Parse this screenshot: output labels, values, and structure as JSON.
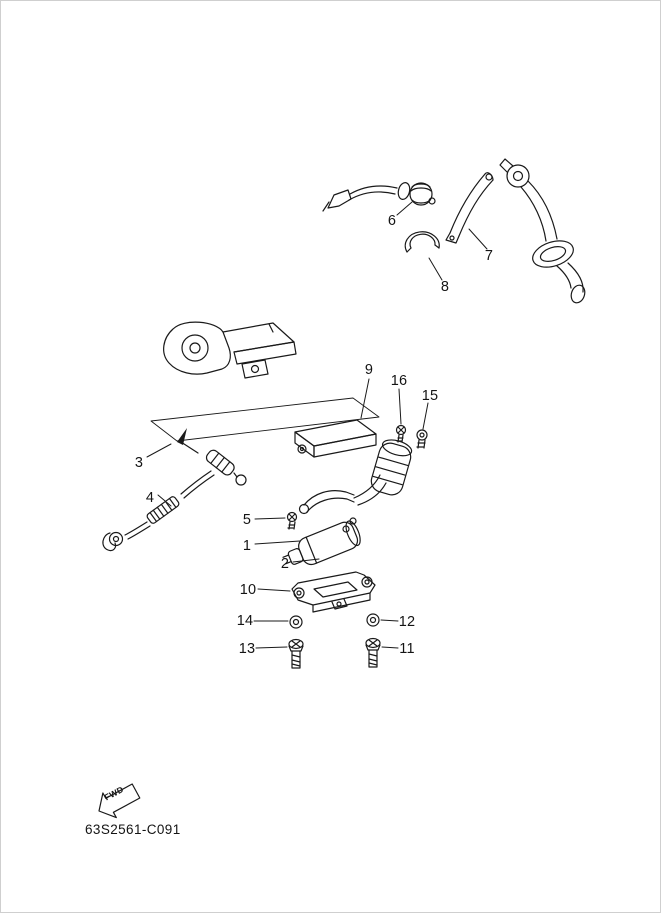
{
  "diagram": {
    "part_code": "63S2561-C091",
    "fwd_label": "FWD"
  },
  "callouts": {
    "c1": "1",
    "c2": "2",
    "c3": "3",
    "c4": "4",
    "c5": "5",
    "c6": "6",
    "c7": "7",
    "c8": "8",
    "c9": "9",
    "c10": "10",
    "c11": "11",
    "c12": "12",
    "c13": "13",
    "c14": "14",
    "c15": "15",
    "c16": "16"
  }
}
